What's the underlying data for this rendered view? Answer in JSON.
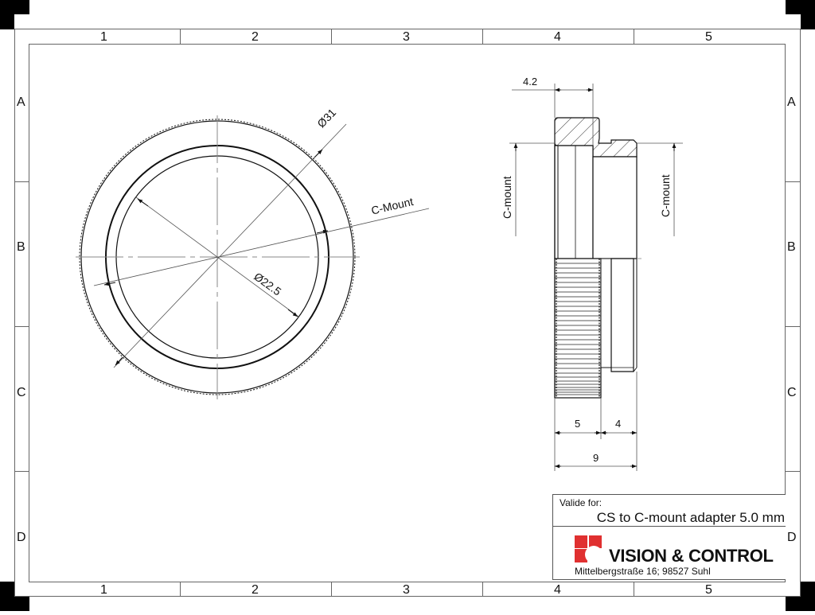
{
  "frame": {
    "columns": [
      "1",
      "2",
      "3",
      "4",
      "5"
    ],
    "rows": [
      "A",
      "B",
      "C",
      "D"
    ]
  },
  "front_view": {
    "dim_outer": "Ø31",
    "dim_thread": "C-Mount",
    "dim_inner": "Ø22.5"
  },
  "side_view": {
    "dim_flange": "4.2",
    "label_left": "C-mount",
    "label_right": "C-mount",
    "dim_thread_len": "5",
    "dim_tube_len": "4",
    "dim_total": "9"
  },
  "title_block": {
    "valid_label": "Valide for:",
    "product": "CS to C-mount adapter 5.0 mm",
    "company": "VISION & CONTROL",
    "address": "Mittelbergstraße 16; 98527 Suhl",
    "logo_color": "#e03030"
  }
}
